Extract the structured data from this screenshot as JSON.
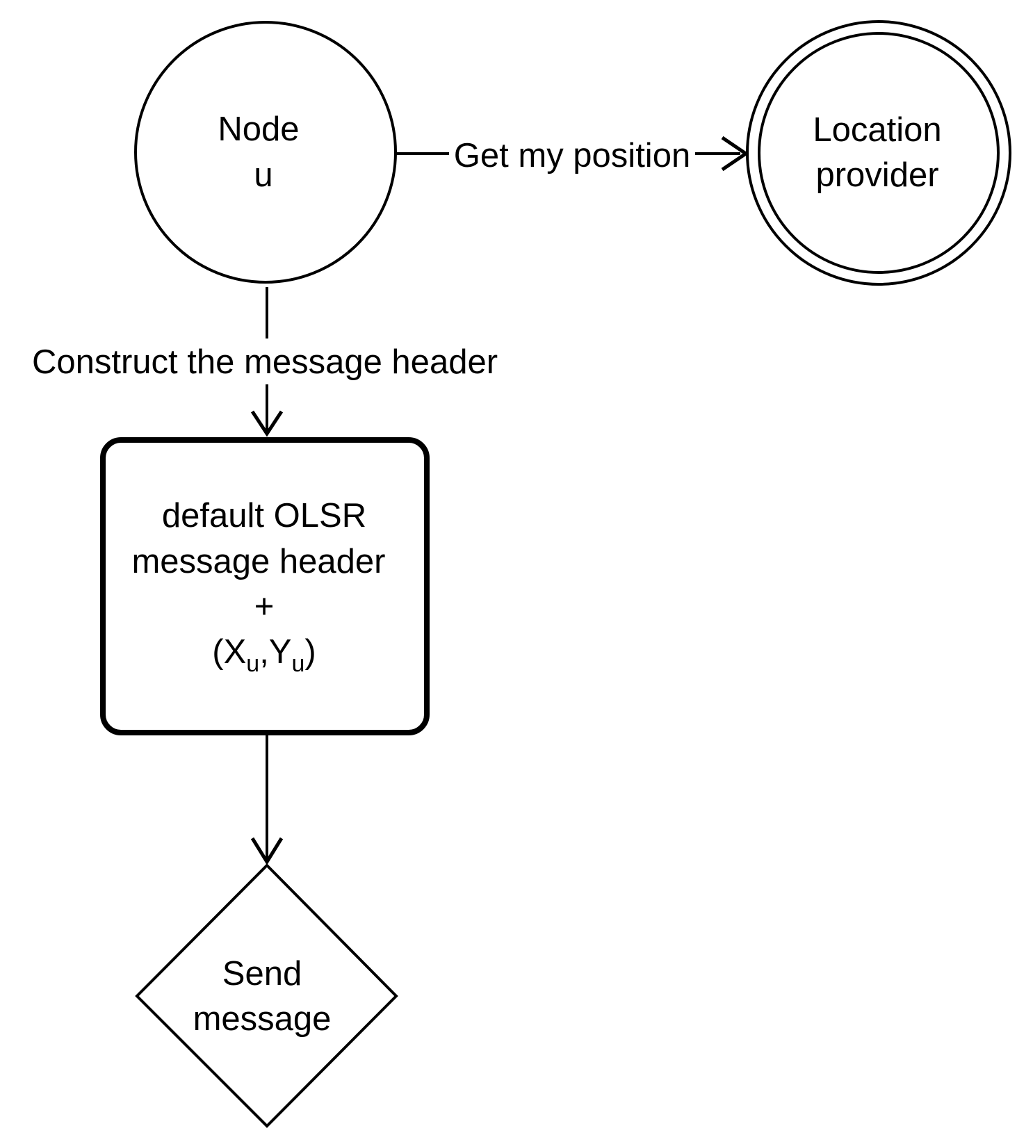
{
  "nodes": {
    "node_u": {
      "line1": "Node",
      "line2": "u"
    },
    "location_provider": {
      "line1": "Location",
      "line2": "provider"
    },
    "header_box": {
      "line1": "default OLSR",
      "line2": "message header",
      "line3": "+",
      "coords": {
        "open": "(X",
        "sub1": "u",
        "comma": ",Y",
        "sub2": "u",
        "close": ")"
      }
    },
    "send_message": {
      "line1": "Send",
      "line2": "message"
    }
  },
  "edges": {
    "get_position": "Get my position",
    "construct_header": "Construct the message header"
  },
  "colors": {
    "stroke": "#000000",
    "background": "#ffffff"
  }
}
